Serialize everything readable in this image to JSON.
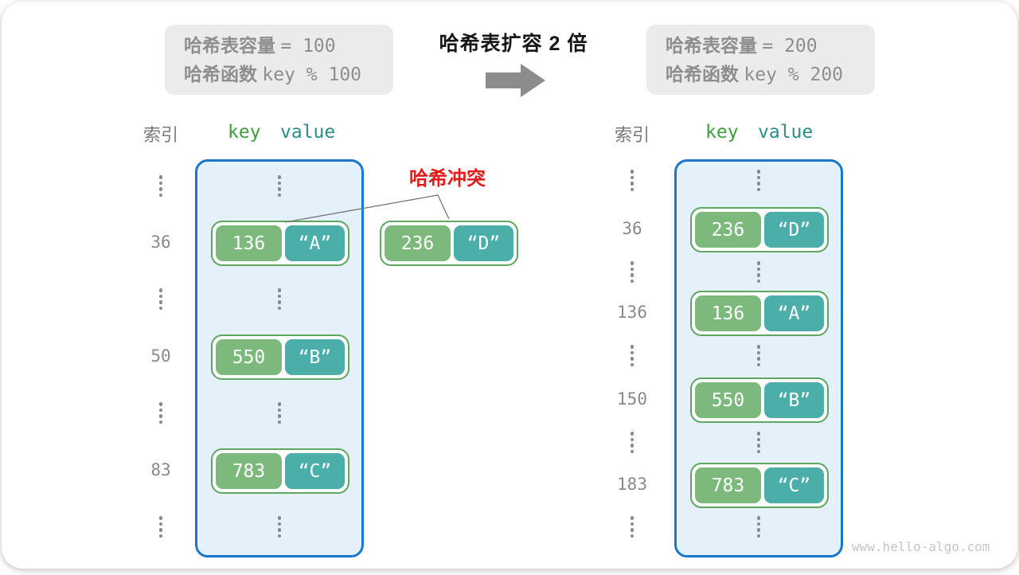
{
  "title": "哈希表扩容 2 倍",
  "info_box_left": {
    "line1_label": "哈希表容量",
    "line1_value": "= 100",
    "line2_label": "哈希函数",
    "line2_value": "key % 100"
  },
  "info_box_right": {
    "line1_label": "哈希表容量",
    "line1_value": "= 200",
    "line2_label": "哈希函数",
    "line2_value": "key % 200"
  },
  "collision": {
    "label": "哈希冲突",
    "pair": {
      "key": "236",
      "value": "“D”"
    }
  },
  "left_table": {
    "headers": {
      "index": "索引",
      "key": "key",
      "value": "value"
    },
    "rows": [
      {
        "kind": "dots"
      },
      {
        "kind": "pair",
        "index": "36",
        "key": "136",
        "value": "“A”"
      },
      {
        "kind": "dots"
      },
      {
        "kind": "pair",
        "index": "50",
        "key": "550",
        "value": "“B”"
      },
      {
        "kind": "dots"
      },
      {
        "kind": "pair",
        "index": "83",
        "key": "783",
        "value": "“C”"
      },
      {
        "kind": "dots"
      }
    ]
  },
  "right_table": {
    "headers": {
      "index": "索引",
      "key": "key",
      "value": "value"
    },
    "rows": [
      {
        "kind": "dots"
      },
      {
        "kind": "pair",
        "index": "36",
        "key": "236",
        "value": "“D”"
      },
      {
        "kind": "dots"
      },
      {
        "kind": "pair",
        "index": "136",
        "key": "136",
        "value": "“A”"
      },
      {
        "kind": "dots"
      },
      {
        "kind": "pair",
        "index": "150",
        "key": "550",
        "value": "“B”"
      },
      {
        "kind": "dots"
      },
      {
        "kind": "pair",
        "index": "183",
        "key": "783",
        "value": "“C”"
      },
      {
        "kind": "dots"
      }
    ]
  },
  "watermark": "www.hello-algo.com",
  "colors": {
    "key_green": "#7DB97C",
    "value_teal": "#4BAEA8",
    "pair_border_green": "#5FA662",
    "bucket_fill": "#E4F1FA",
    "bucket_border_blue": "#1B77CC",
    "collision_red": "#E21A1A",
    "arrow_gray": "#8C8C8C",
    "info_gray_bg": "#EBEBEB",
    "text_gray": "#8E8E8E"
  }
}
